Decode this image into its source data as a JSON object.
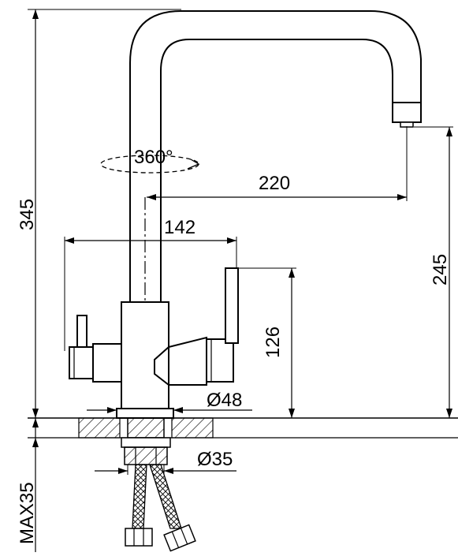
{
  "dimensions": {
    "overall_height": "345",
    "rotation": "360°",
    "reach": "220",
    "body_width": "142",
    "spout_height": "245",
    "lever_height": "126",
    "base_diameter": "Ø48",
    "shank_diameter": "Ø35",
    "max_counter_thickness": "MAX35"
  },
  "colors": {
    "line": "#000000",
    "background": "#ffffff"
  }
}
